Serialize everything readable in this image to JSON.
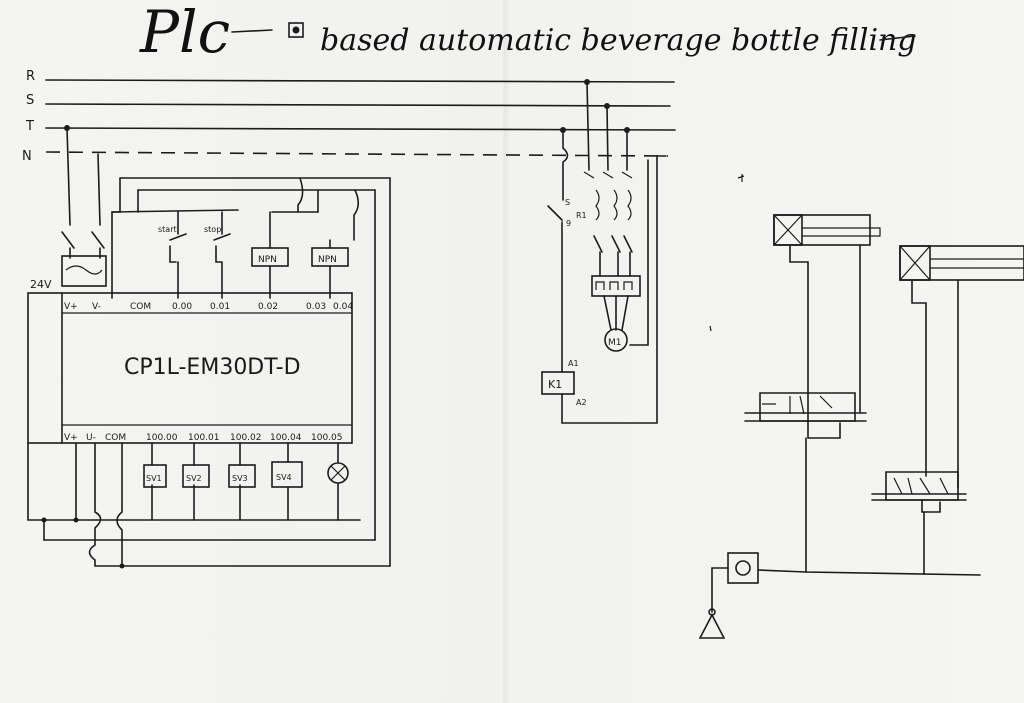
{
  "title": {
    "logo": "Plc",
    "text": "based automatic beverage bottle filling"
  },
  "lines": {
    "r": "R",
    "s": "S",
    "t": "T",
    "n": "N"
  },
  "plc": {
    "name": "CP1L-EM30DT-D",
    "supply": "24V",
    "top_terminals": [
      "V+",
      "V-",
      "COM",
      "0.00",
      "0.01",
      "0.02",
      "0.03",
      "0.04"
    ],
    "bottom_terminals": [
      "V+",
      "U-",
      "COM",
      "100.00",
      "100.01",
      "100.02",
      "100.04",
      "100.05"
    ]
  },
  "inputs": {
    "start": "start",
    "stop": "stop",
    "sensor1": "NPN",
    "sensor2": "NPN"
  },
  "outputs": {
    "sv1": "SV1",
    "sv2": "SV2",
    "sv3": "SV3",
    "sv4": "SV4"
  },
  "motor": {
    "contactor": "K1",
    "a1": "A1",
    "a2": "A2",
    "motor": "M1",
    "relay": "R1",
    "s_label": "S",
    "nine_label": "9"
  }
}
